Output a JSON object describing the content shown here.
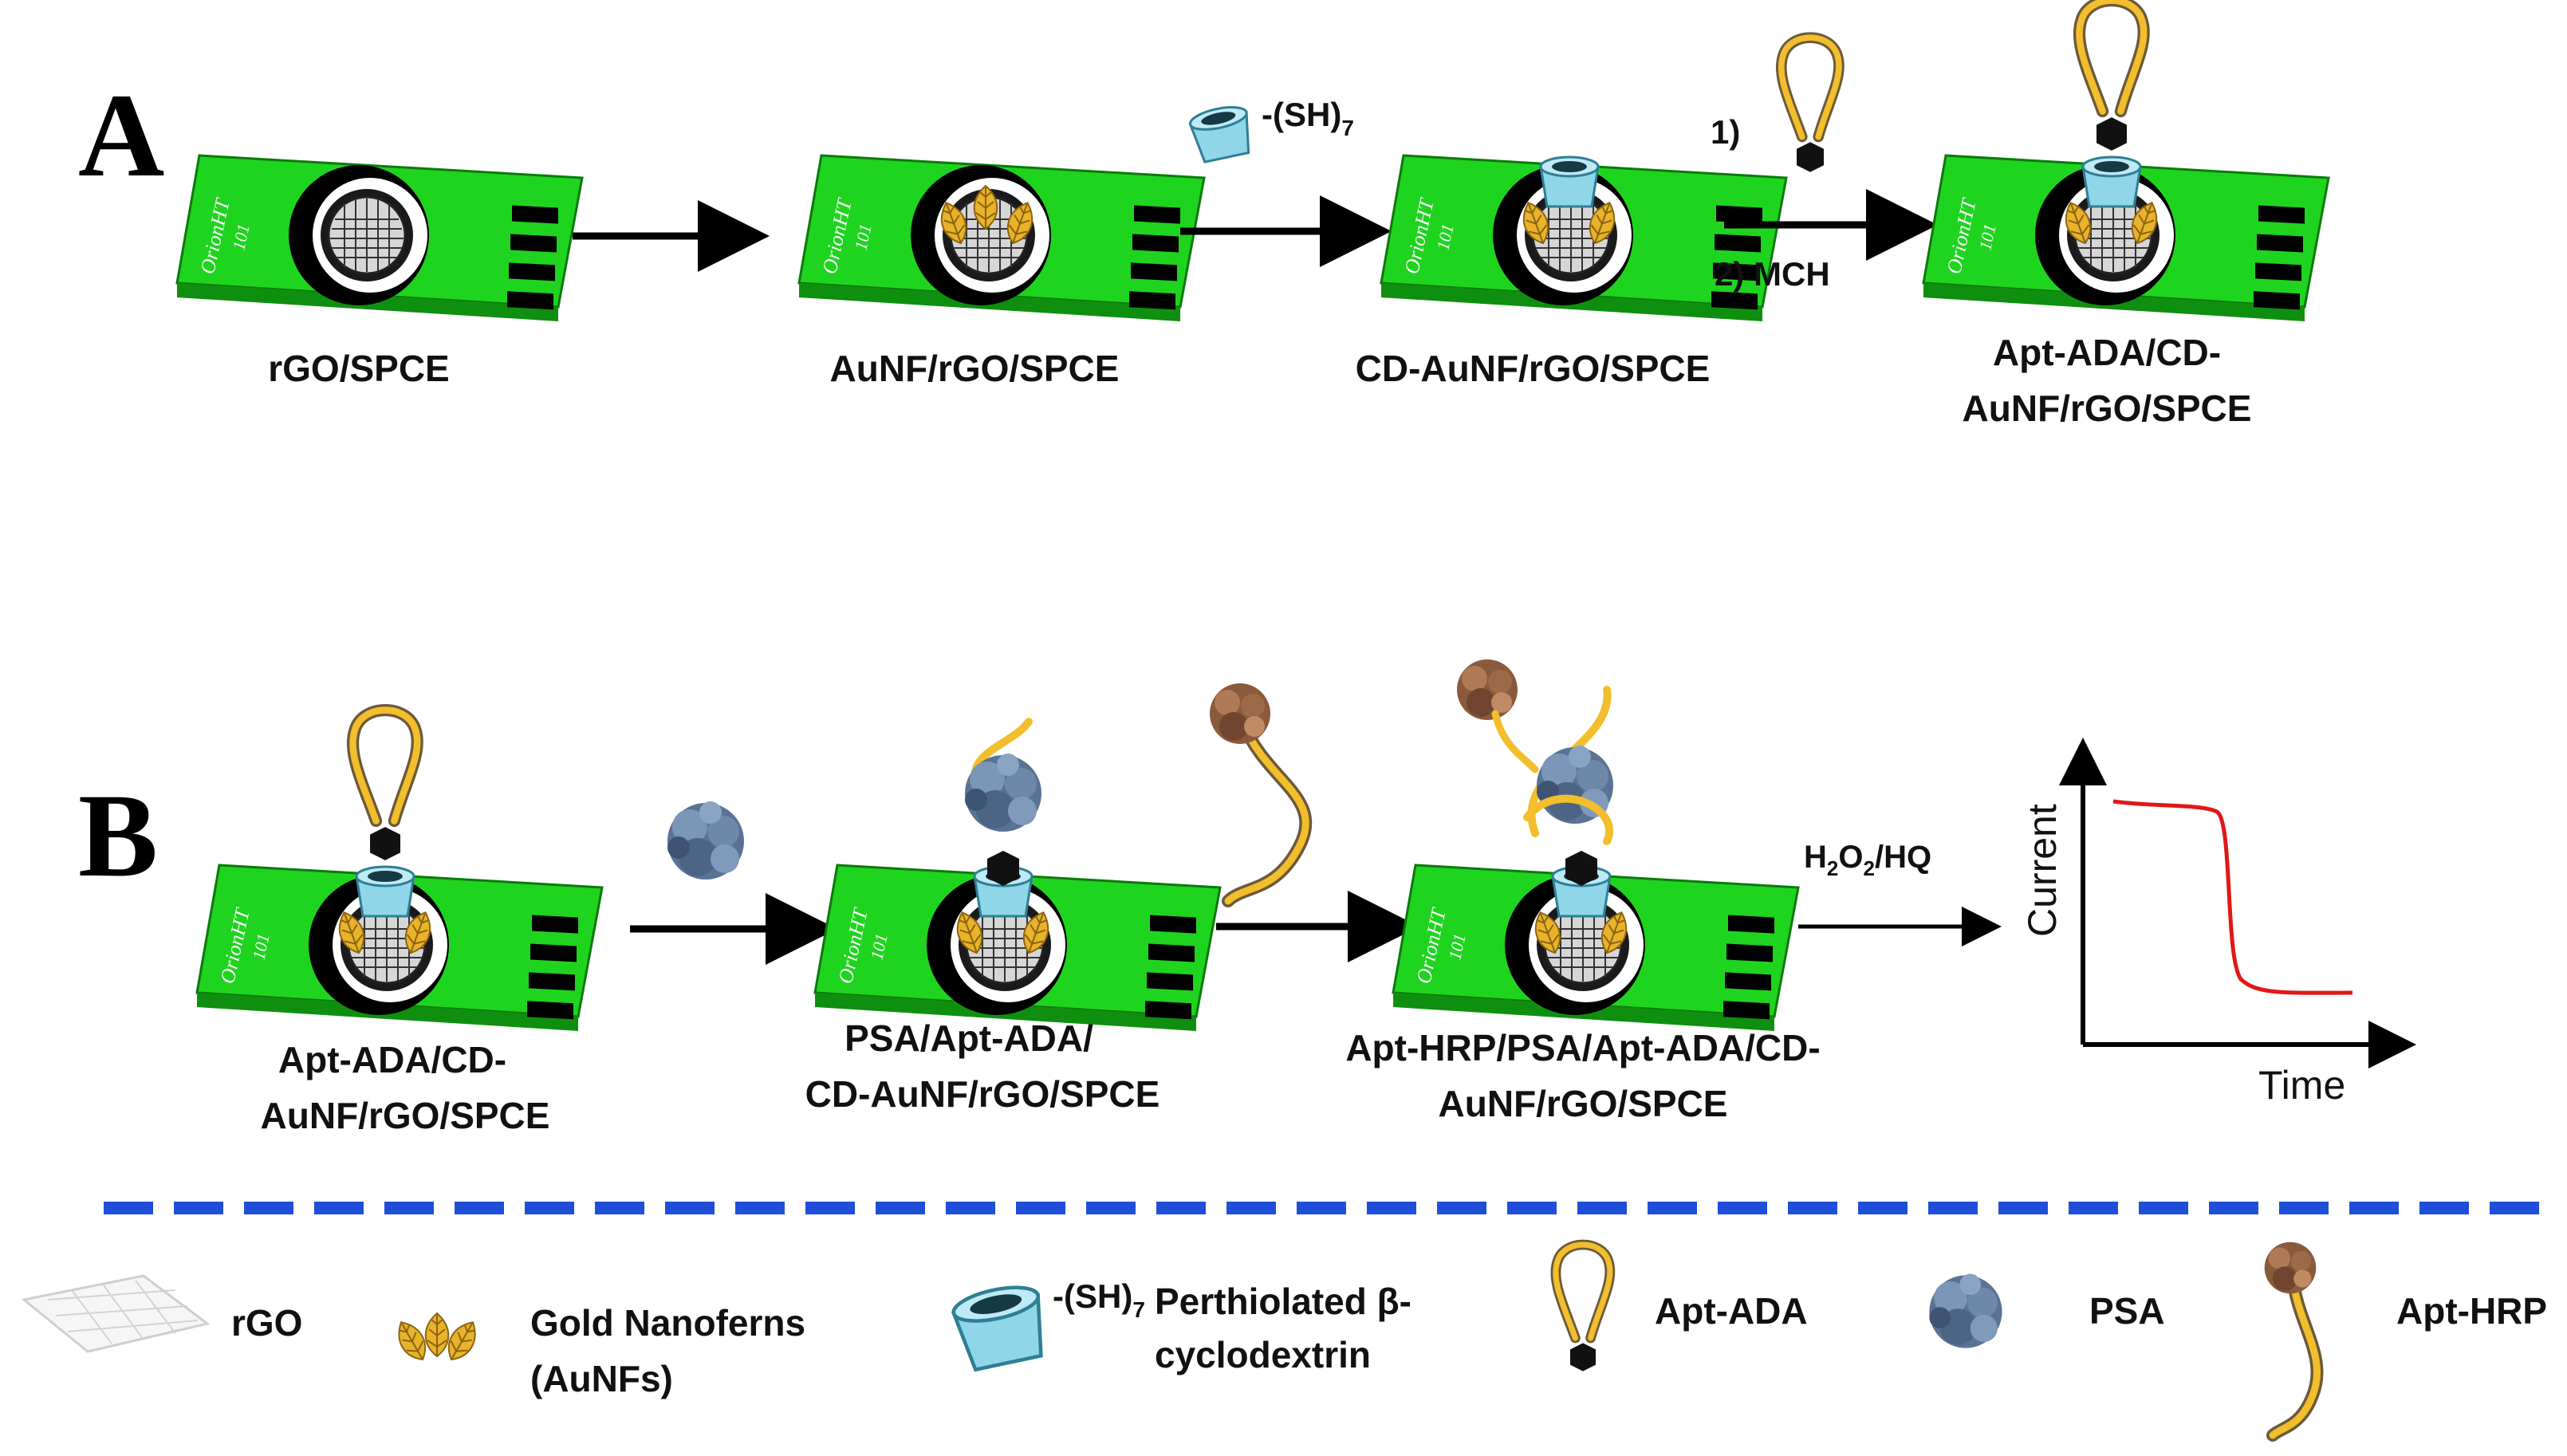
{
  "panels": {
    "a": "A",
    "b": "B"
  },
  "electrode_text": {
    "brand": "OrionHT",
    "model": "101"
  },
  "row_a": {
    "labels": [
      "rGO/SPCE",
      "AuNF/rGO/SPCE",
      "CD-AuNF/rGO/SPCE",
      "Apt-ADA/CD-",
      "AuNF/rGO/SPCE"
    ],
    "cd_reagent": "-(SH)",
    "cd_reagent_sub": "7",
    "step1": "1)",
    "step2": "2) MCH"
  },
  "row_b": {
    "labels": [
      "Apt-ADA/CD-",
      "AuNF/rGO/SPCE",
      "PSA/Apt-ADA/",
      "CD-AuNF/rGO/SPCE",
      "Apt-HRP/PSA/Apt-ADA/CD-",
      "AuNF/rGO/SPCE"
    ],
    "reagent": {
      "h": "H",
      "sub1": "2",
      "o": "O",
      "sub2": "2",
      "rest": "/HQ"
    }
  },
  "chart": {
    "ylabel": "Current",
    "xlabel": "Time"
  },
  "legend": {
    "rgo": "rGO",
    "aunf": [
      "Gold Nanoferns",
      "(AuNFs)"
    ],
    "cd_prefix": "-(SH)",
    "cd_sub": "7",
    "cd": [
      "Perthiolated β-",
      "cyclodextrin"
    ],
    "apt_ada": "Apt-ADA",
    "psa": "PSA",
    "apt_hrp": "Apt-HRP"
  },
  "colors": {
    "electrode_green": "#1fd41f",
    "gold": "#e8b32a",
    "cyclodextrin": "#8fd6e8",
    "psa": "#5a7394",
    "hrp": "#8a5a3c",
    "divider": "#1f4fd6",
    "curve": "#e01818"
  }
}
